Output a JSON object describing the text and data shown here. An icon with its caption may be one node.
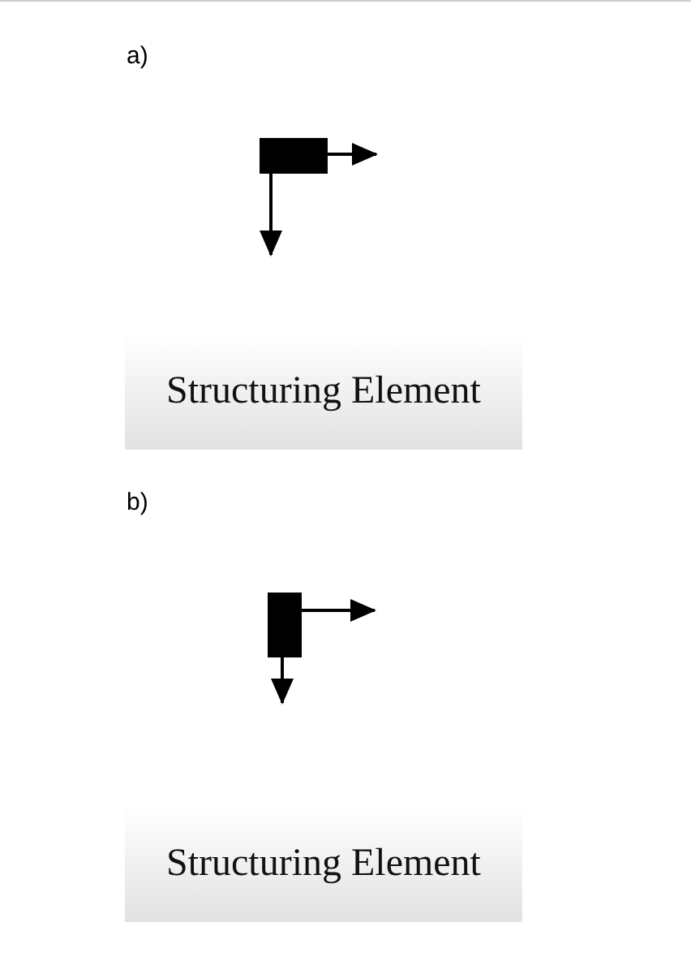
{
  "diagram": {
    "nodes": [
      {
        "text": [
          "Structuring Element"
        ]
      },
      {
        "text": [
          "Structuring Element"
        ]
      }
    ],
    "labels": [
      "a)",
      "b)"
    ]
  }
}
